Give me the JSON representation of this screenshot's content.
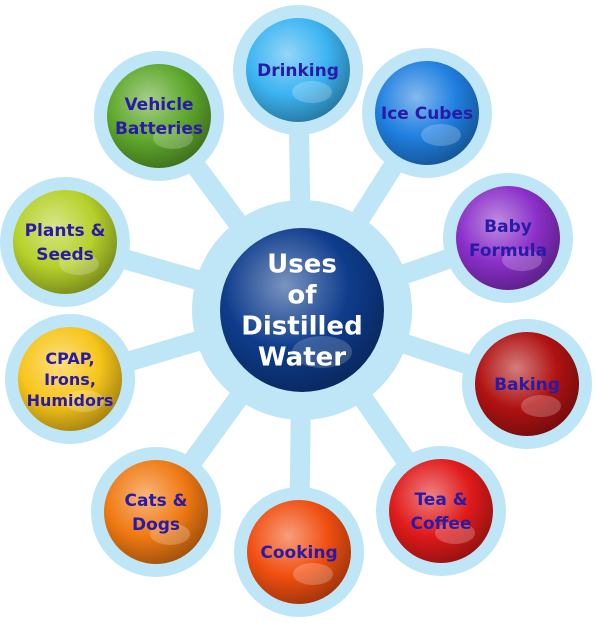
{
  "center": {
    "lines": [
      "Uses",
      "of",
      "Distilled",
      "Water"
    ],
    "color": "#0e3c8c"
  },
  "nodes": [
    {
      "id": "drinking",
      "lines": [
        "Drinking"
      ],
      "color": "#3cb4f2"
    },
    {
      "id": "ice-cubes",
      "lines": [
        "Ice Cubes"
      ],
      "color": "#1f7fe0"
    },
    {
      "id": "baby-formula",
      "lines": [
        "Baby",
        "Formula"
      ],
      "color": "#8b2fc9"
    },
    {
      "id": "baking",
      "lines": [
        "Baking"
      ],
      "color": "#b01212"
    },
    {
      "id": "tea-coffee",
      "lines": [
        "Tea &",
        "Coffee"
      ],
      "color": "#e01a1a"
    },
    {
      "id": "cooking",
      "lines": [
        "Cooking"
      ],
      "color": "#f04f10"
    },
    {
      "id": "cats-dogs",
      "lines": [
        "Cats &",
        "Dogs"
      ],
      "color": "#f07a12"
    },
    {
      "id": "cpap-irons-humidors",
      "lines": [
        "CPAP,",
        "Irons,",
        "Humidors"
      ],
      "color": "#f7c51a"
    },
    {
      "id": "plants-seeds",
      "lines": [
        "Plants &",
        "Seeds"
      ],
      "color": "#b6d12a"
    },
    {
      "id": "vehicle-batteries",
      "lines": [
        "Vehicle",
        "Batteries"
      ],
      "color": "#5fa82c"
    }
  ],
  "ring_color": "#bfe6f7"
}
